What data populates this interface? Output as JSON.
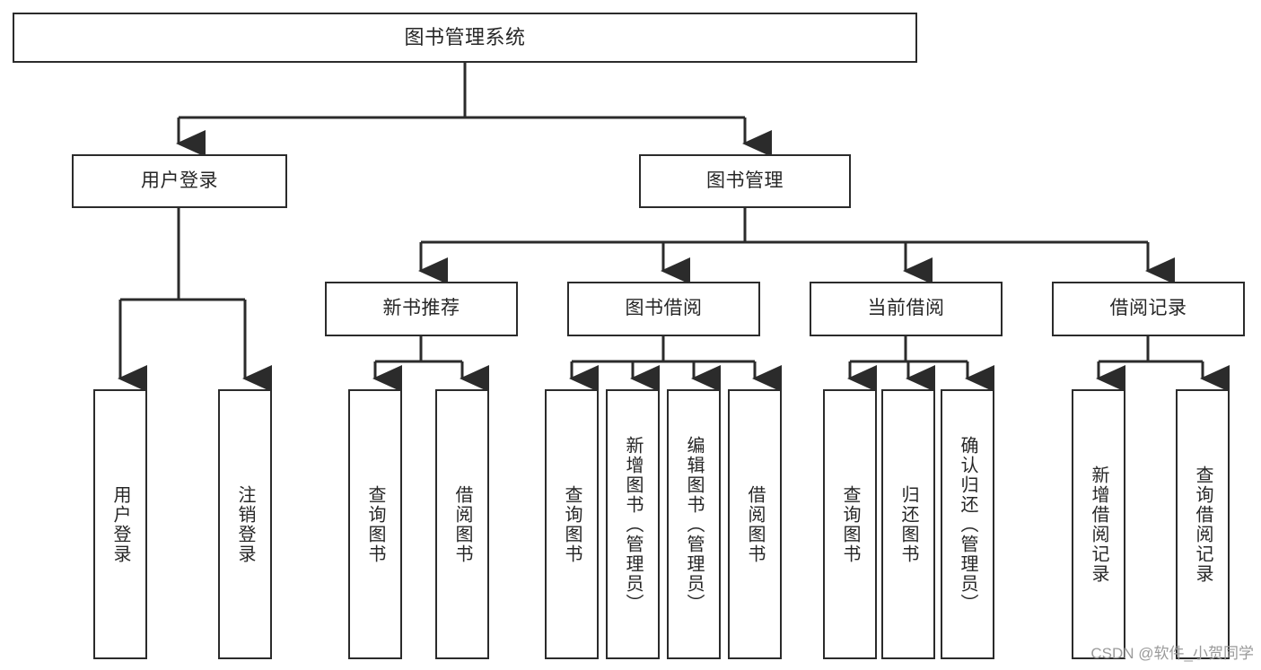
{
  "diagram": {
    "title": "图书管理系统",
    "type": "functional-structure-tree",
    "watermark": "CSDN @软件_小贺同学",
    "colors": {
      "stroke": "#2b2b2b",
      "fill": "#ffffff",
      "text": "#262626",
      "watermark": "#9a9a9a"
    },
    "root": {
      "label": "图书管理系统"
    },
    "level1": [
      {
        "label": "用户登录"
      },
      {
        "label": "图书管理"
      }
    ],
    "level2": [
      {
        "label": "新书推荐"
      },
      {
        "label": "图书借阅"
      },
      {
        "label": "当前借阅"
      },
      {
        "label": "借阅记录"
      }
    ],
    "leaves": {
      "user_login": [
        {
          "label": "用户登录"
        },
        {
          "label": "注销登录"
        }
      ],
      "new_book_recommend": [
        {
          "label": "查询图书"
        },
        {
          "label": "借阅图书"
        }
      ],
      "book_borrow": [
        {
          "label": "查询图书"
        },
        {
          "label": "新增图书（管理员）"
        },
        {
          "label": "编辑图书（管理员）"
        },
        {
          "label": "借阅图书"
        }
      ],
      "current_borrow": [
        {
          "label": "查询图书"
        },
        {
          "label": "归还图书"
        },
        {
          "label": "确认归还（管理员）"
        }
      ],
      "borrow_record": [
        {
          "label": "新增借阅记录"
        },
        {
          "label": "查询借阅记录"
        }
      ]
    }
  }
}
